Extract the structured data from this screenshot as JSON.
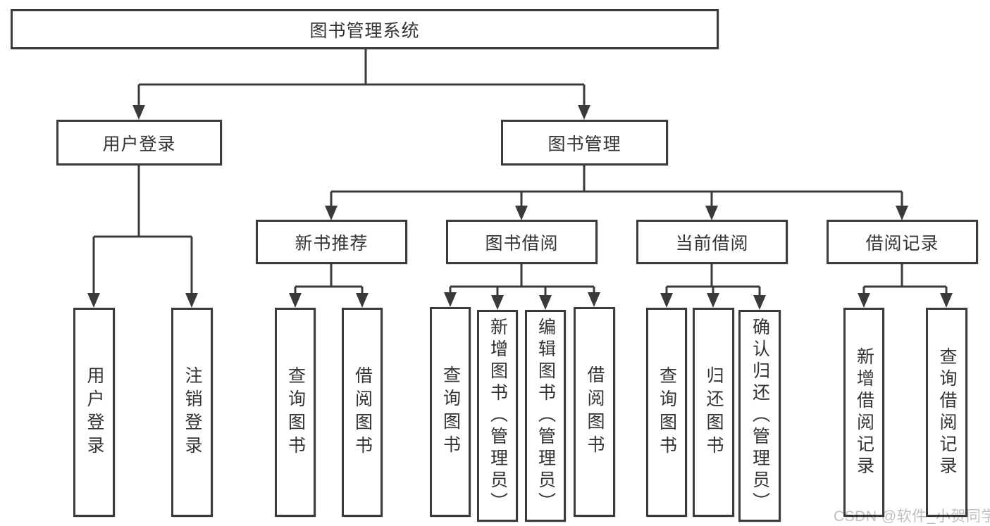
{
  "diagram_title": "图书管理系统",
  "nodes": {
    "root": {
      "label": "图书管理系统"
    },
    "user_login": {
      "label": "用户登录"
    },
    "book_mgmt": {
      "label": "图书管理"
    },
    "new_book_rec": {
      "label": "新书推荐"
    },
    "book_borrow": {
      "label": "图书借阅"
    },
    "current_borrow": {
      "label": "当前借阅"
    },
    "borrow_record": {
      "label": "借阅记录"
    },
    "leaf_user_login": {
      "label": "用户登录"
    },
    "leaf_logout": {
      "label": "注销登录"
    },
    "leaf_query_book_new": {
      "label": "查询图书"
    },
    "leaf_borrow_book_new": {
      "label": "借阅图书"
    },
    "leaf_query_book_bor": {
      "label": "查询图书"
    },
    "leaf_add_book": {
      "label": "新增图书（管理员）"
    },
    "leaf_edit_book": {
      "label": "编辑图书（管理员）"
    },
    "leaf_borrow_book_bor": {
      "label": "借阅图书"
    },
    "leaf_query_book_cur": {
      "label": "查询图书"
    },
    "leaf_return_book": {
      "label": "归还图书"
    },
    "leaf_confirm_return": {
      "label": "确认归还（管理员）"
    },
    "leaf_add_record": {
      "label": "新增借阅记录"
    },
    "leaf_query_record": {
      "label": "查询借阅记录"
    }
  },
  "hierarchy": {
    "图书管理系统": [
      "用户登录",
      "图书管理"
    ],
    "用户登录": [
      "用户登录",
      "注销登录"
    ],
    "图书管理": [
      "新书推荐",
      "图书借阅",
      "当前借阅",
      "借阅记录"
    ],
    "新书推荐": [
      "查询图书",
      "借阅图书"
    ],
    "图书借阅": [
      "查询图书",
      "新增图书（管理员）",
      "编辑图书（管理员）",
      "借阅图书"
    ],
    "当前借阅": [
      "查询图书",
      "归还图书",
      "确认归还（管理员）"
    ],
    "借阅记录": [
      "新增借阅记录",
      "查询借阅记录"
    ]
  },
  "watermark": {
    "text": "CSDN @软件_小贺同学"
  },
  "colors": {
    "line": "#3a3a3a",
    "border": "#3b3b3b",
    "text": "#333333",
    "background": "#ffffff",
    "watermark": "#bfbfbf"
  }
}
